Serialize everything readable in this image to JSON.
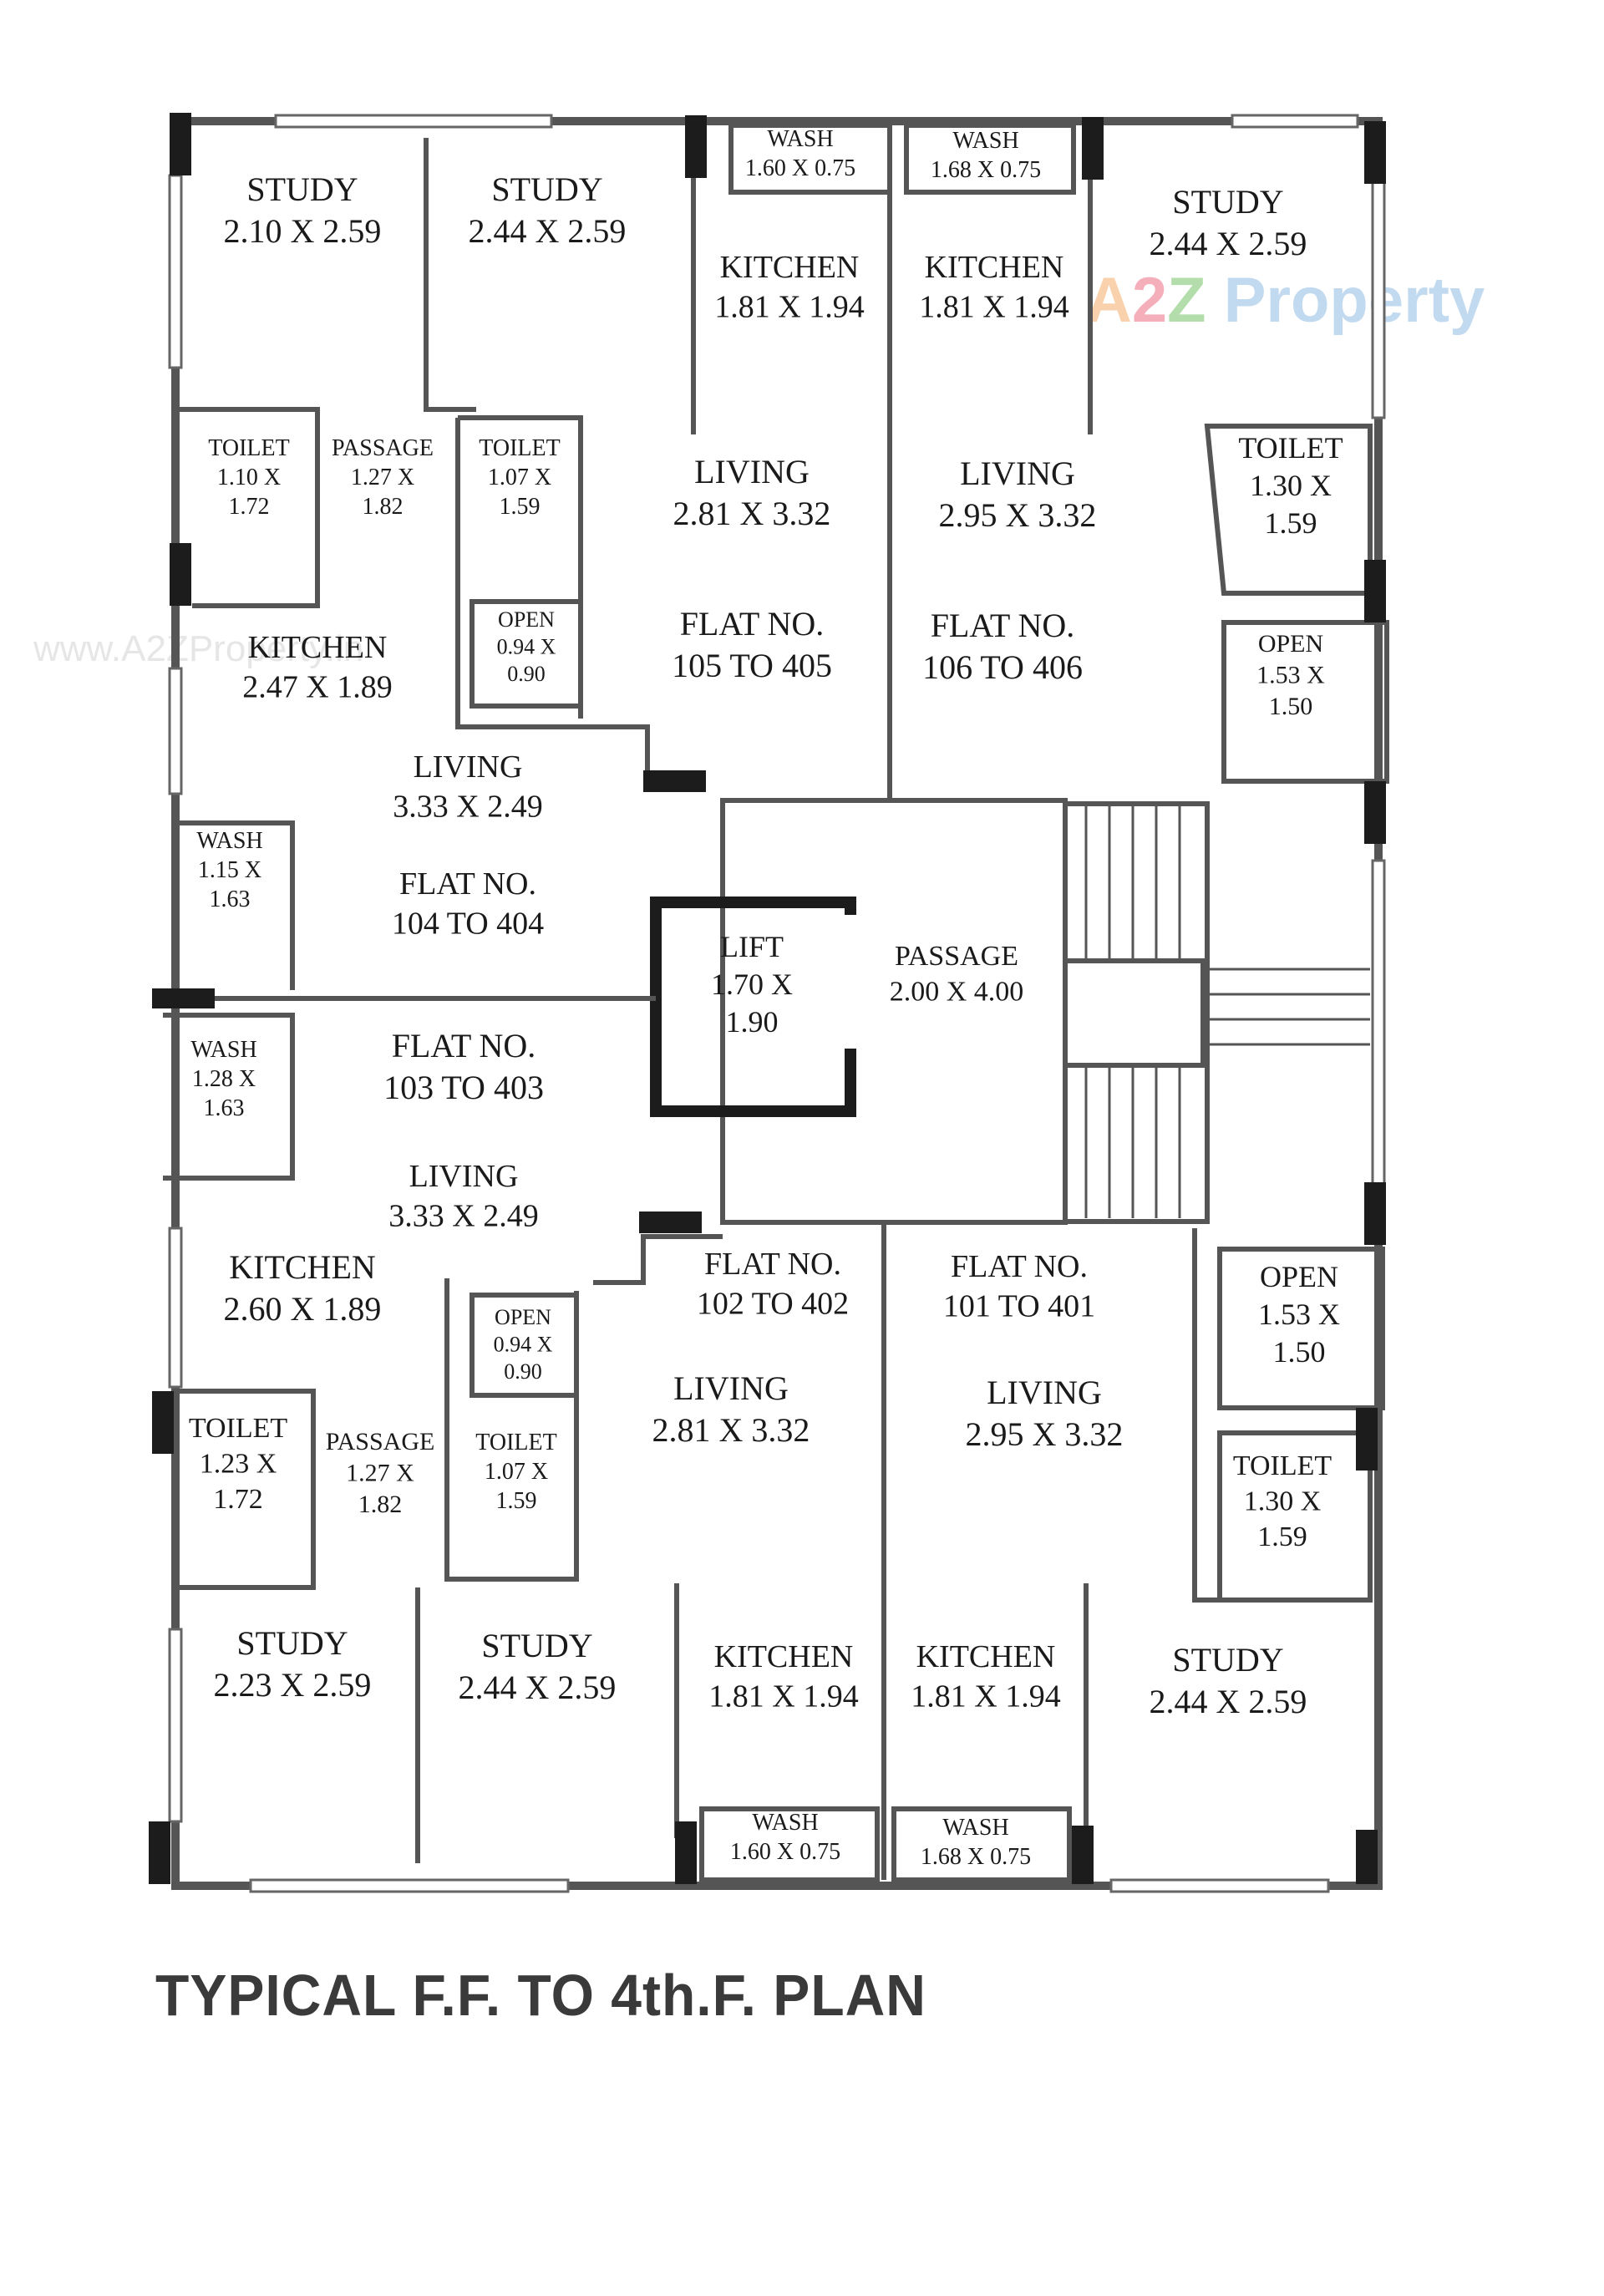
{
  "title": "TYPICAL F.F. TO 4th.F. PLAN",
  "watermark": {
    "site": "www.A2ZProperty.in",
    "logo_a": "A",
    "logo_2": "2",
    "logo_z": "Z",
    "logo_word": "Property"
  },
  "colors": {
    "logo_a": "#f29b4a",
    "logo_2": "#e84f6a",
    "logo_z": "#58b848",
    "logo_word": "#7aaee0"
  },
  "rooms": [
    {
      "id": "r1",
      "lines": [
        "STUDY",
        "2.10 X 2.59"
      ]
    },
    {
      "id": "r2",
      "lines": [
        "STUDY",
        "2.44 X 2.59"
      ]
    },
    {
      "id": "r3",
      "lines": [
        "WASH",
        "1.60 X 0.75"
      ]
    },
    {
      "id": "r4",
      "lines": [
        "WASH",
        "1.68 X 0.75"
      ]
    },
    {
      "id": "r5",
      "lines": [
        "STUDY",
        "2.44 X 2.59"
      ]
    },
    {
      "id": "r6",
      "lines": [
        "KITCHEN",
        "1.81 X 1.94"
      ]
    },
    {
      "id": "r7",
      "lines": [
        "KITCHEN",
        "1.81 X 1.94"
      ]
    },
    {
      "id": "r8",
      "lines": [
        "TOILET",
        "1.10 X",
        "1.72"
      ]
    },
    {
      "id": "r9",
      "lines": [
        "PASSAGE",
        "1.27 X",
        "1.82"
      ]
    },
    {
      "id": "r10",
      "lines": [
        "TOILET",
        "1.07 X",
        "1.59"
      ]
    },
    {
      "id": "r11",
      "lines": [
        "LIVING",
        "2.81 X 3.32"
      ]
    },
    {
      "id": "r12",
      "lines": [
        "LIVING",
        "2.95 X 3.32"
      ]
    },
    {
      "id": "r13",
      "lines": [
        "TOILET",
        "1.30 X",
        "1.59"
      ]
    },
    {
      "id": "r14",
      "lines": [
        "OPEN",
        "0.94 X",
        "0.90"
      ]
    },
    {
      "id": "r15",
      "lines": [
        "KITCHEN",
        "2.47 X 1.89"
      ]
    },
    {
      "id": "r16",
      "lines": [
        "FLAT NO.",
        "105 TO 405"
      ]
    },
    {
      "id": "r17",
      "lines": [
        "FLAT NO.",
        "106 TO 406"
      ]
    },
    {
      "id": "r18",
      "lines": [
        "OPEN",
        "1.53 X",
        "1.50"
      ]
    },
    {
      "id": "r19",
      "lines": [
        "LIVING",
        "3.33 X 2.49"
      ]
    },
    {
      "id": "r20",
      "lines": [
        "WASH",
        "1.15 X",
        "1.63"
      ]
    },
    {
      "id": "r21",
      "lines": [
        "FLAT NO.",
        "104 TO 404"
      ]
    },
    {
      "id": "r22",
      "lines": [
        "LIFT",
        "1.70 X",
        "1.90"
      ]
    },
    {
      "id": "r23",
      "lines": [
        "PASSAGE",
        "2.00 X 4.00"
      ]
    },
    {
      "id": "r24",
      "lines": [
        "WASH",
        "1.28 X",
        "1.63"
      ]
    },
    {
      "id": "r25",
      "lines": [
        "FLAT NO.",
        "103 TO 403"
      ]
    },
    {
      "id": "r26",
      "lines": [
        "LIVING",
        "3.33 X 2.49"
      ]
    },
    {
      "id": "r27",
      "lines": [
        "KITCHEN",
        "2.60 X 1.89"
      ]
    },
    {
      "id": "r28",
      "lines": [
        "FLAT NO.",
        "102 TO 402"
      ]
    },
    {
      "id": "r29",
      "lines": [
        "FLAT NO.",
        "101 TO 401"
      ]
    },
    {
      "id": "r30",
      "lines": [
        "OPEN",
        "1.53 X",
        "1.50"
      ]
    },
    {
      "id": "r31",
      "lines": [
        "OPEN",
        "0.94 X",
        "0.90"
      ]
    },
    {
      "id": "r32",
      "lines": [
        "LIVING",
        "2.81 X 3.32"
      ]
    },
    {
      "id": "r33",
      "lines": [
        "LIVING",
        "2.95 X 3.32"
      ]
    },
    {
      "id": "r34",
      "lines": [
        "TOILET",
        "1.23 X",
        "1.72"
      ]
    },
    {
      "id": "r35",
      "lines": [
        "PASSAGE",
        "1.27 X",
        "1.82"
      ]
    },
    {
      "id": "r36",
      "lines": [
        "TOILET",
        "1.07 X",
        "1.59"
      ]
    },
    {
      "id": "r37",
      "lines": [
        "TOILET",
        "1.30 X",
        "1.59"
      ]
    },
    {
      "id": "r38",
      "lines": [
        "STUDY",
        "2.23 X 2.59"
      ]
    },
    {
      "id": "r39",
      "lines": [
        "STUDY",
        "2.44 X 2.59"
      ]
    },
    {
      "id": "r40",
      "lines": [
        "KITCHEN",
        "1.81 X 1.94"
      ]
    },
    {
      "id": "r41",
      "lines": [
        "KITCHEN",
        "1.81 X 1.94"
      ]
    },
    {
      "id": "r42",
      "lines": [
        "STUDY",
        "2.44 X 2.59"
      ]
    },
    {
      "id": "r43",
      "lines": [
        "WASH",
        "1.60 X 0.75"
      ]
    },
    {
      "id": "r44",
      "lines": [
        "WASH",
        "1.68 X 0.75"
      ]
    }
  ]
}
